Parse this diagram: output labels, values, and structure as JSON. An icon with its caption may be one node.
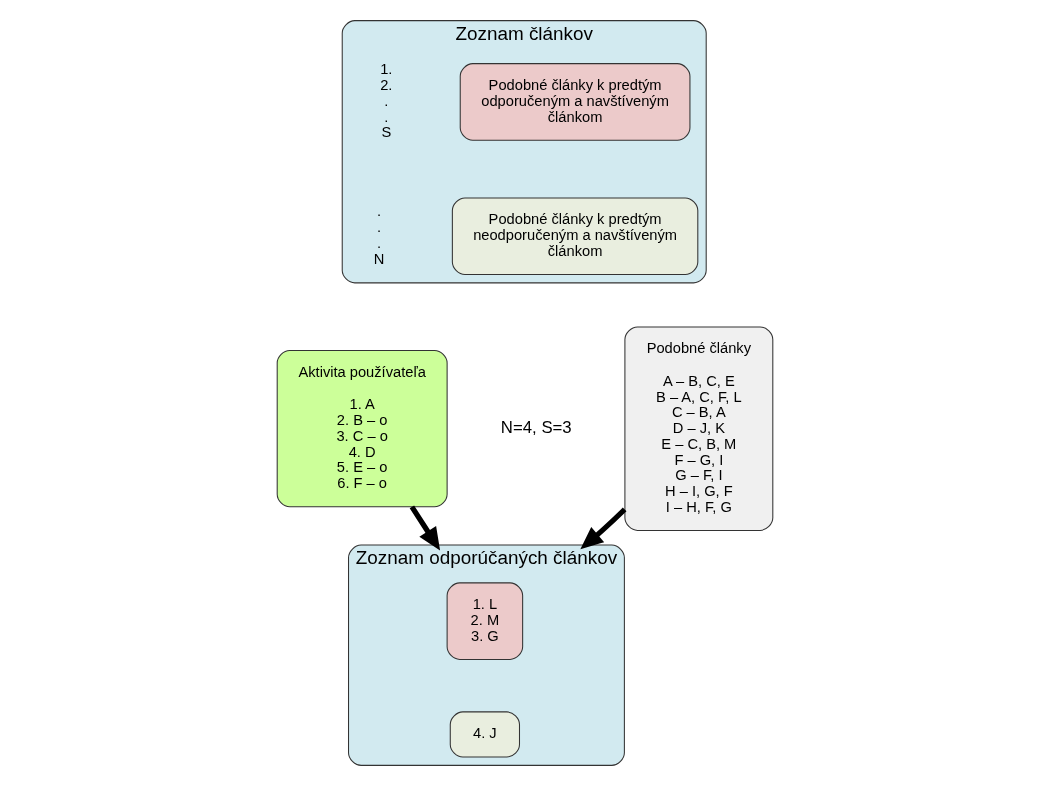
{
  "diagram": {
    "nodes": [
      {
        "text": [
          "Zoznam článkov"
        ]
      },
      {
        "text": [
          "Podobné články k predtým odporučeným a navštíveným článkom"
        ],
        "in": 0
      },
      {
        "text": [
          "Podobné články k predtým neodporučeným a navštíveným článkom"
        ],
        "in": 0
      },
      {
        "text": [
          "Aktivita používateľa",
          "1. A 2. B – o 3. C – o 4. D 5. E – o 6. F – o"
        ]
      },
      {
        "text": [
          "Podobné články",
          "A – B, C, E B – A, C, F, L C – B, A D – J, K E – C, B, M F – G, I G – F, I H – I, G, F I – H, F, G"
        ]
      },
      {
        "text": [
          "Zoznam odporúčaných článkov"
        ]
      },
      {
        "text": [
          "1. L 2. M 3. G"
        ],
        "in": 5
      },
      {
        "text": [
          "4. J"
        ],
        "in": 5
      }
    ],
    "edges": [
      {
        "from": 3,
        "to": 5,
        "arrow": "to"
      },
      {
        "from": 4,
        "to": 5,
        "arrow": "to"
      }
    ],
    "labels": [
      "1. 2. . . S",
      ". . . N",
      "N=4, S=3"
    ]
  }
}
